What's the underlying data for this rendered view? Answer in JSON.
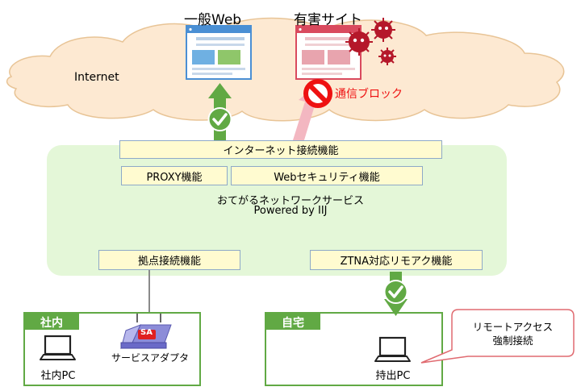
{
  "internet": {
    "label": "Internet"
  },
  "sites": {
    "general": {
      "title": "一般Web"
    },
    "harmful": {
      "title": "有害サイト"
    }
  },
  "block": {
    "label": "通信ブロック"
  },
  "service": {
    "name": "おてがるネットワークサービス",
    "powered": "Powered by IIJ",
    "functions": {
      "internet": "インターネット接続機能",
      "proxy": "PROXY機能",
      "websec": "Webセキュリティ機能",
      "site": "拠点接続機能",
      "ztna": "ZTNA対応リモアク機能"
    }
  },
  "office": {
    "title": "社内",
    "pc_label": "社内PC",
    "adapter_label": "サービスアダプタ",
    "adapter_badge": "SA"
  },
  "home": {
    "title": "自宅",
    "pc_label": "持出PC"
  },
  "callout": {
    "line1": "リモートアクセス",
    "line2": "強制接続"
  },
  "colors": {
    "green": "#61a944",
    "service_bg": "#e4f7d8",
    "cloud_bg": "#fde9d2",
    "cloud_border": "#e8c496",
    "box_bg": "#fffbd0",
    "box_border": "#8ea9c8",
    "block_red": "#ee1111",
    "harmful_pink": "#f3b7c1",
    "site_blue": "#4a8fd4",
    "site_red": "#d94a5e",
    "callout_border": "#e06a70"
  }
}
